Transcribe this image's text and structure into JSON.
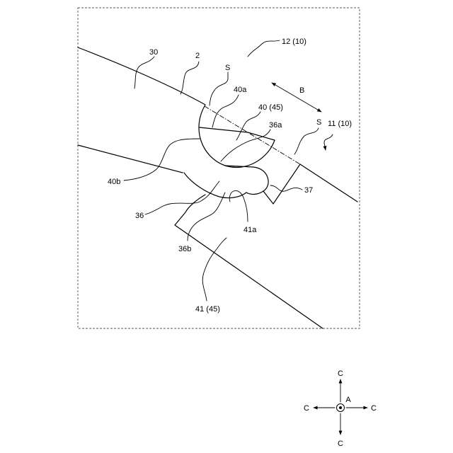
{
  "labels": {
    "l30": "30",
    "l2": "2",
    "l12": "12 (10)",
    "lS1": "S",
    "lB": "B",
    "l40a": "40a",
    "l40": "40 (45)",
    "l36a": "36a",
    "lS2": "S",
    "l11": "11 (10)",
    "l40b": "40b",
    "l37": "37",
    "l36": "36",
    "l41a": "41a",
    "l36b": "36b",
    "l41": "41 (45)"
  },
  "axes": {
    "top": "C",
    "left": "C",
    "right": "C",
    "bottom": "C",
    "center": "A"
  }
}
